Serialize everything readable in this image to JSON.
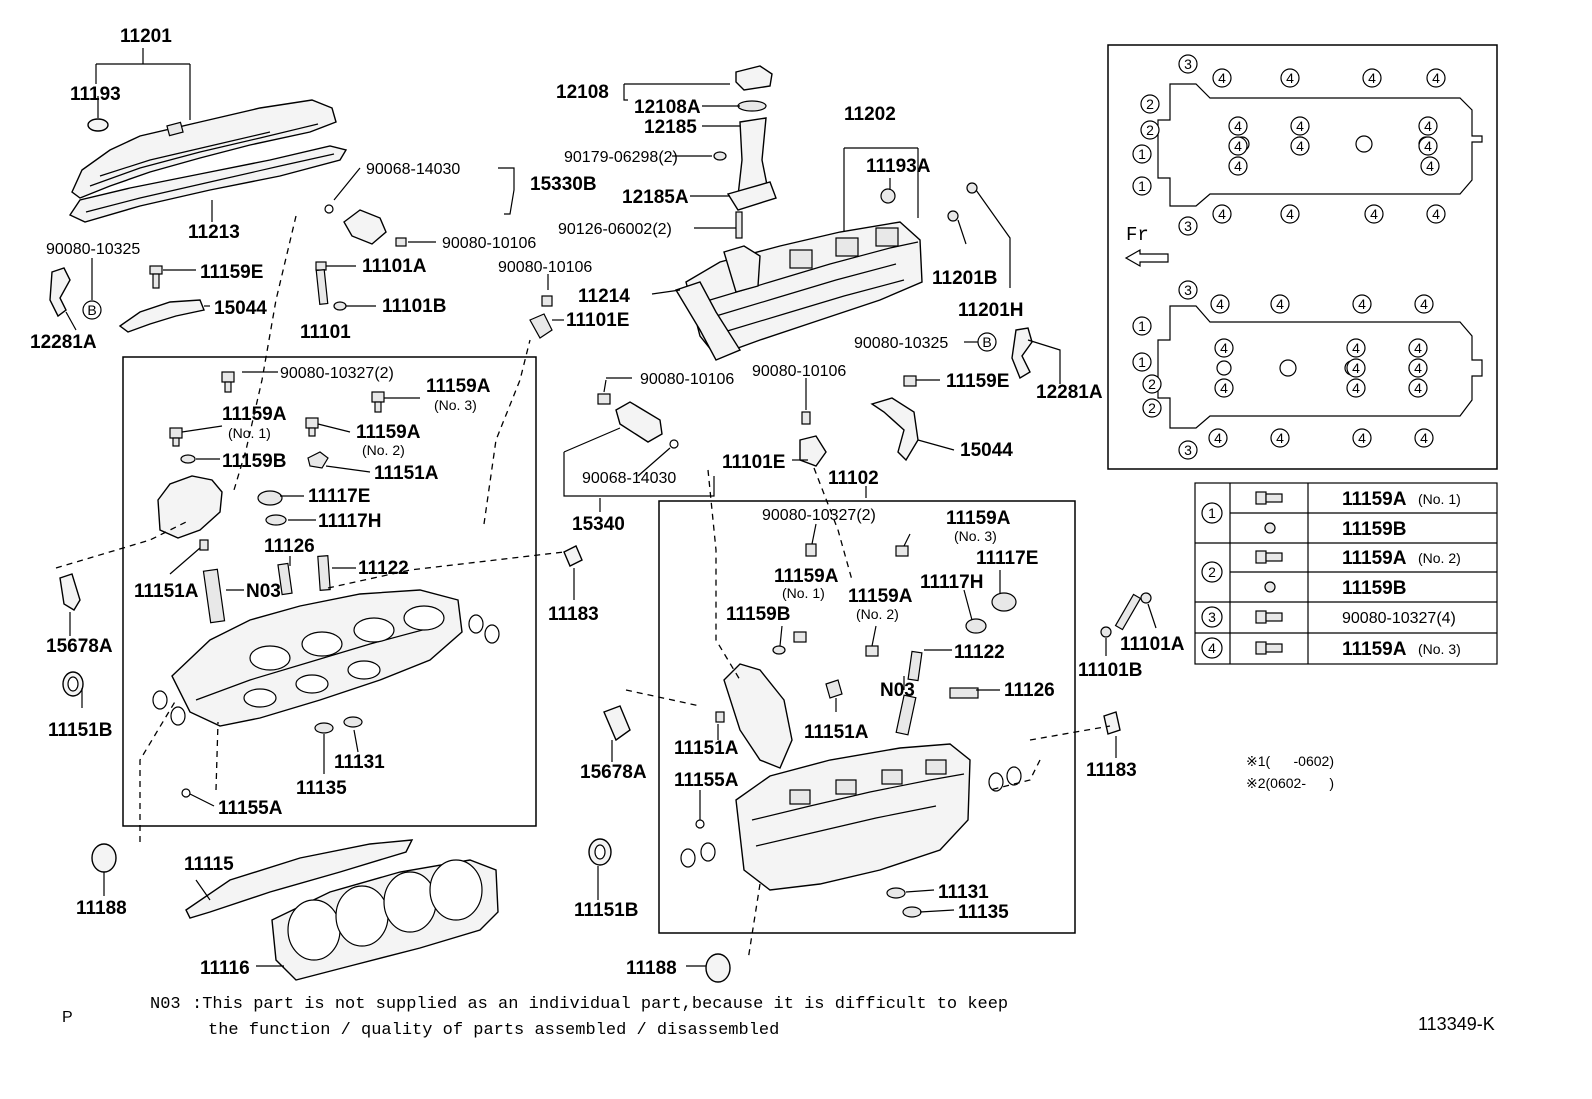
{
  "labels": {
    "p11201": "11201",
    "p11193": "11193",
    "p11213": "11213",
    "p90080_10325_l": "90080-10325",
    "p12281A_l": "12281A",
    "p11159E_l": "11159E",
    "p15044_l": "15044",
    "p90068_14030_t": "90068-14030",
    "p15330B": "15330B",
    "p90080_10106_a": "90080-10106",
    "p11101A_l": "11101A",
    "p11101B_l": "11101B",
    "p11101": "11101",
    "p90080_10106_b": "90080-10106",
    "p11101E_t": "11101E",
    "p12108": "12108",
    "p12108A": "12108A",
    "p12185": "12185",
    "p90179": "90179-06298(2)",
    "p12185A": "12185A",
    "p90126": "90126-06002(2)",
    "p11214": "11214",
    "p11202": "11202",
    "p11193A": "11193A",
    "p11201B": "11201B",
    "p11201H": "11201H",
    "p90080_10325_r": "90080-10325",
    "p12281A_r": "12281A",
    "p90080_10327_l": "90080-10327(2)",
    "p11159A_no3_l": "11159A",
    "p_no3_l": "(No. 3)",
    "p11159A_no1_l": "11159A",
    "p_no1_l": "(No. 1)",
    "p11159A_no2_l": "11159A",
    "p_no2_l": "(No. 2)",
    "p11159B_l": "11159B",
    "p11151A_la": "11151A",
    "p11117E_l": "11117E",
    "p11117H_l": "11117H",
    "p11126_l": "11126",
    "p11122_l": "11122",
    "p11151A_lb": "11151A",
    "p_n03_l": "N03",
    "p15678A_l": "15678A",
    "p11151B_l": "11151B",
    "p11131_l": "11131",
    "p11135_l": "11135",
    "p11155A_l": "11155A",
    "p11183_l": "11183",
    "p90080_10106_c": "90080-10106",
    "p90080_10106_d": "90080-10106",
    "p11159E_r": "11159E",
    "p90068_14030_b": "90068-14030",
    "p15340": "15340",
    "p11101E_m": "11101E",
    "p15044_r": "15044",
    "p11102": "11102",
    "p90080_10327_r": "90080-10327(2)",
    "p11159A_no3_r": "11159A",
    "p_no3_r": "(No. 3)",
    "p11117E_r": "11117E",
    "p11159A_no1_r": "11159A",
    "p_no1_r": "(No. 1)",
    "p11117H_r": "11117H",
    "p11159B_r": "11159B",
    "p11159A_no2_r": "11159A",
    "p_no2_r": "(No. 2)",
    "p11122_r": "11122",
    "p_n03_r": "N03",
    "p11126_r": "11126",
    "p11151A_ra": "11151A",
    "p11151A_rb": "11151A",
    "p15678A_r": "15678A",
    "p11155A_r": "11155A",
    "p11183_r": "11183",
    "p11101A_r": "11101A",
    "p11101B_r": "11101B",
    "p11188_l": "11188",
    "p11115": "11115",
    "p11116": "11116",
    "p11151B_r": "11151B",
    "p11131_r": "11131",
    "p11135_r": "11135",
    "p11188_r": "11188"
  },
  "inset": {
    "fr_label": "Fr",
    "top_nums": [
      "3",
      "4",
      "4",
      "4",
      "4",
      "2",
      "4",
      "4",
      "4",
      "2",
      "4",
      "4",
      "4",
      "1",
      "4",
      "4",
      "1",
      "3",
      "4",
      "4",
      "4",
      "4"
    ],
    "bottom_nums": [
      "3",
      "4",
      "4",
      "4",
      "4",
      "1",
      "4",
      "4",
      "4",
      "1",
      "4",
      "4",
      "4",
      "2",
      "4",
      "4",
      "2",
      "3",
      "4",
      "4",
      "4",
      "4"
    ]
  },
  "legend_table": {
    "rows": [
      {
        "key": "1",
        "parts": [
          "11159A",
          "11159B"
        ],
        "notes": [
          "(No. 1)",
          ""
        ]
      },
      {
        "key": "2",
        "parts": [
          "11159A",
          "11159B"
        ],
        "notes": [
          "(No. 2)",
          ""
        ]
      },
      {
        "key": "3",
        "parts": [
          "90080-10327(4)"
        ],
        "notes": [
          ""
        ]
      },
      {
        "key": "4",
        "parts": [
          "11159A"
        ],
        "notes": [
          "(No. 3)"
        ]
      }
    ]
  },
  "notes_side": {
    "line1": "※1(      -0602)",
    "line2": "※2(0602-      )"
  },
  "footnote": {
    "code": "N03",
    "line1": ":This part is not supplied as an individual part,because it is difficult to keep",
    "line2": "the function / quality of parts assembled / disassembled"
  },
  "corner_p": "P",
  "diagram_id": "113349-K"
}
